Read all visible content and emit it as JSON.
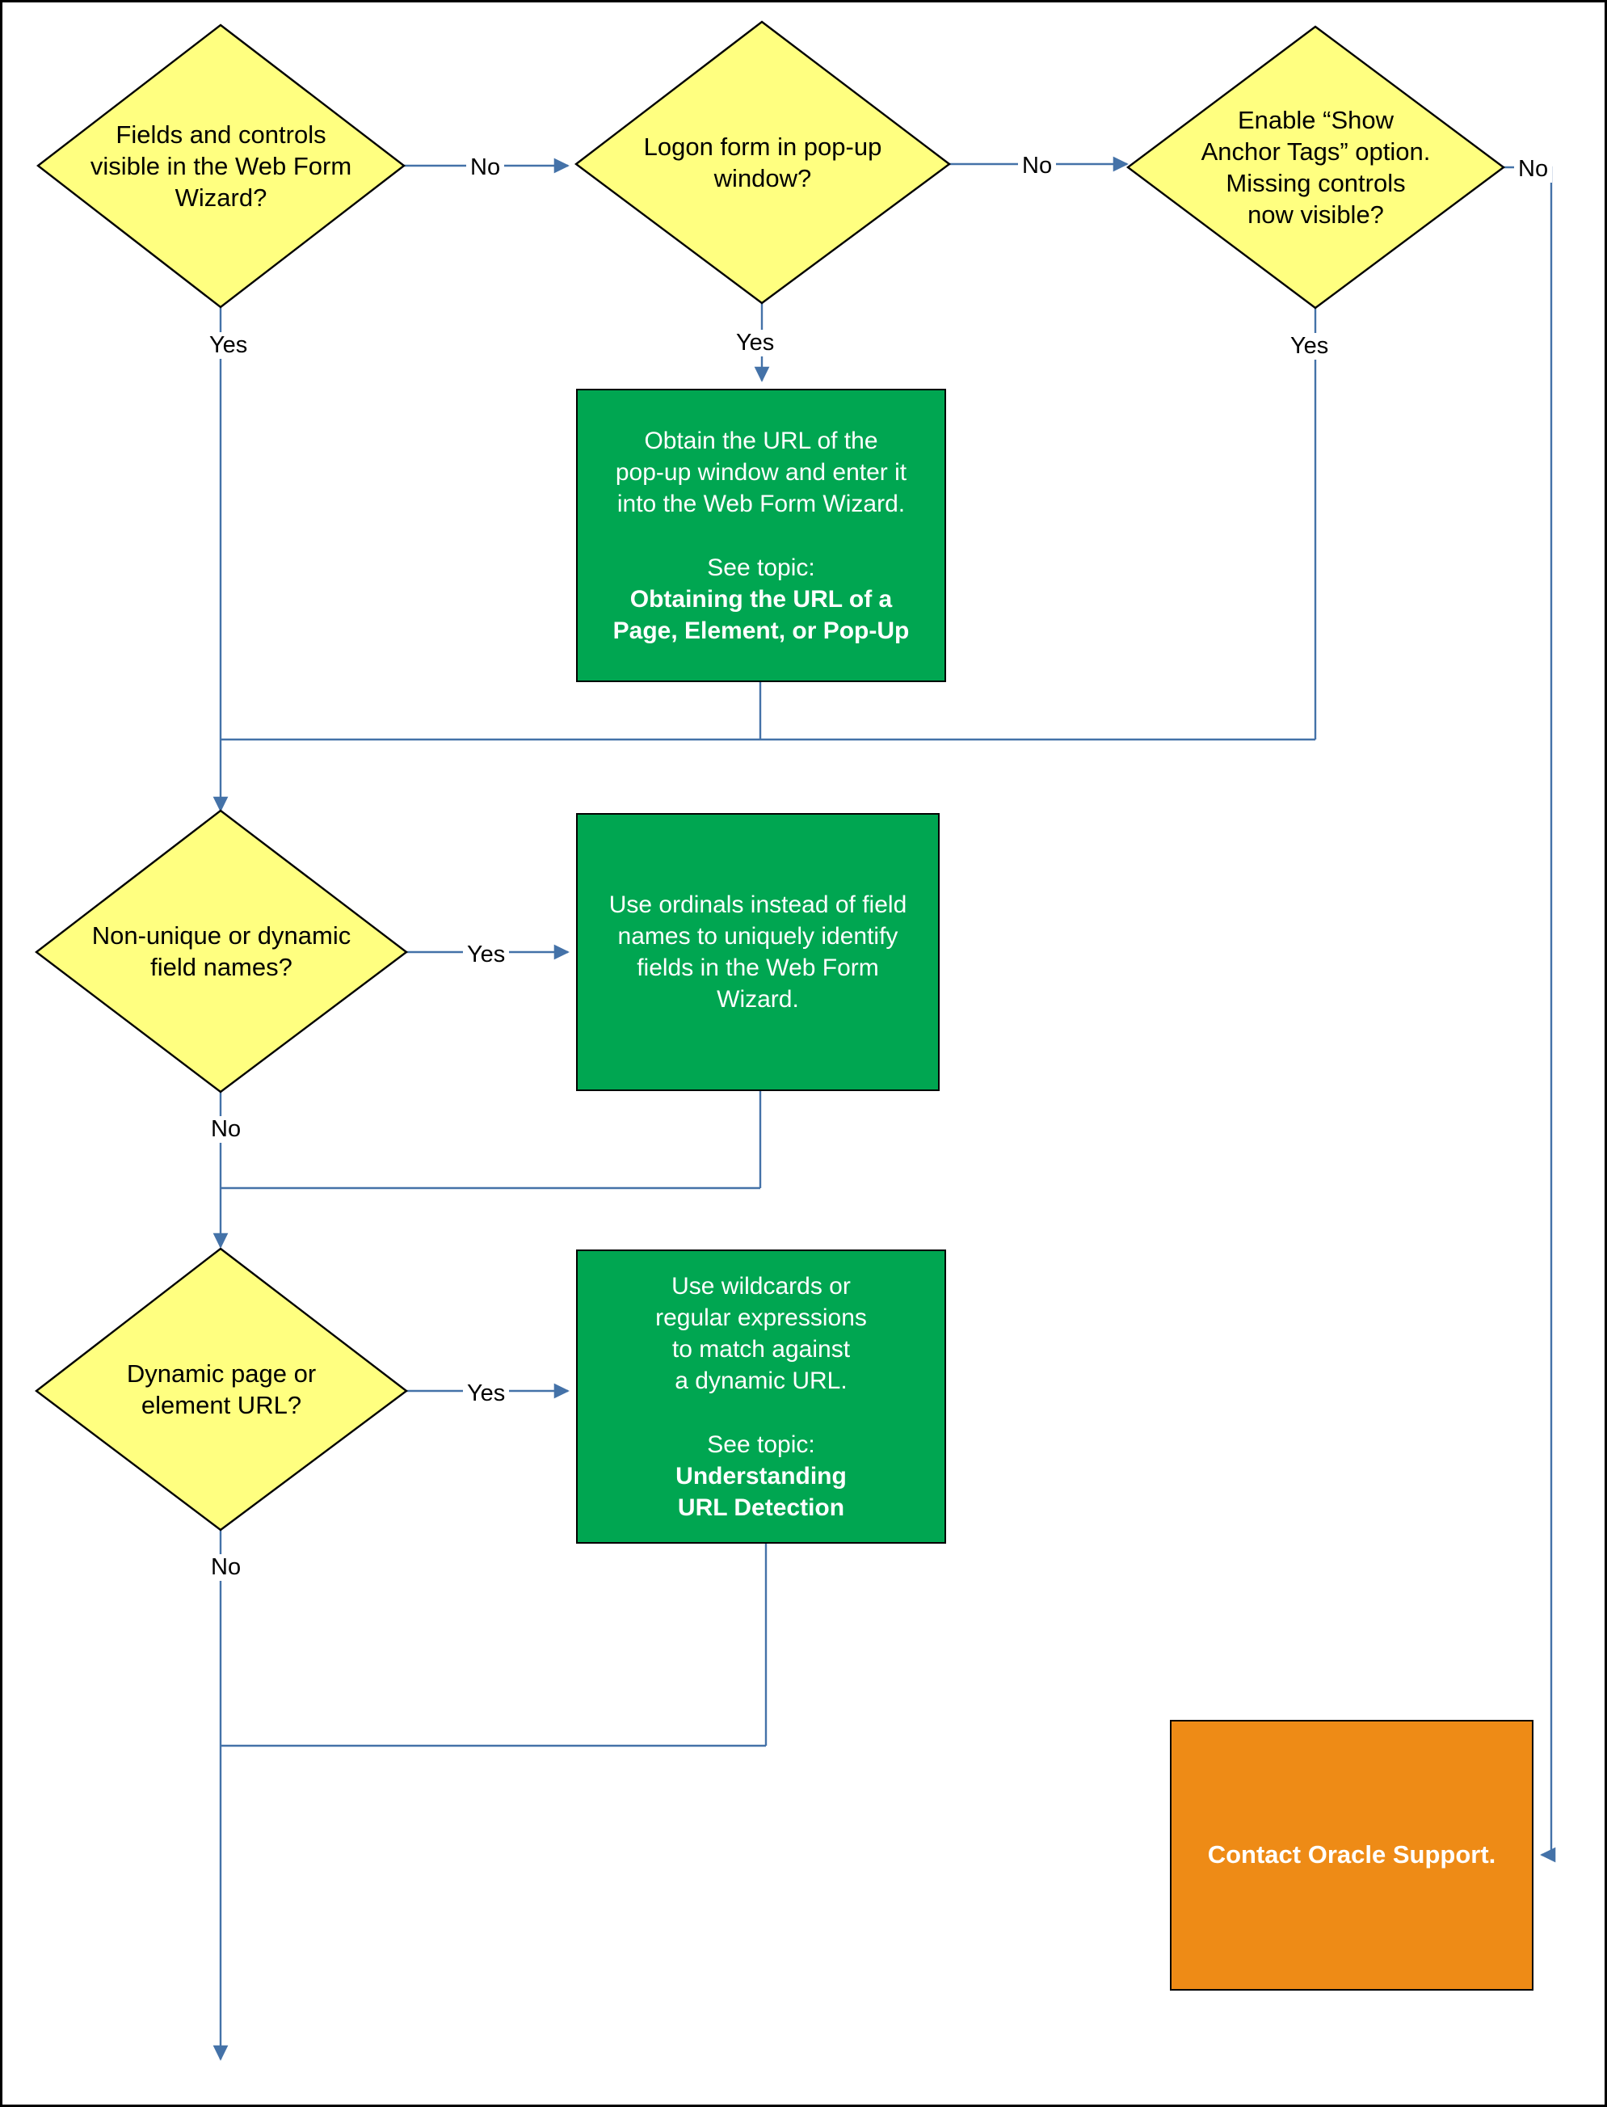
{
  "diagram": {
    "title": "Web Form Wizard troubleshooting flowchart",
    "colors": {
      "decision_fill": "#FFFF80",
      "decision_stroke": "#000000",
      "action_fill": "#00A651",
      "support_fill": "#EE8B16",
      "connector": "#4472A8",
      "text_on_fill": "#FFFFFF",
      "text_on_decision": "#000000",
      "background": "#FFFFFF"
    },
    "nodes": {
      "d1": {
        "type": "decision",
        "text": "Fields and controls\nvisible in the Web Form\nWizard?"
      },
      "d2": {
        "type": "decision",
        "text": "Logon form in pop-up\nwindow?"
      },
      "d3": {
        "type": "decision",
        "text": "Enable “Show\nAnchor Tags” option.\nMissing controls\nnow visible?"
      },
      "d4": {
        "type": "decision",
        "text": "Non-unique or dynamic\nfield names?"
      },
      "d5": {
        "type": "decision",
        "text": "Dynamic page or\nelement URL?"
      },
      "g1": {
        "type": "action",
        "text": "Obtain the URL of the\npop-up window and enter it\ninto the Web Form Wizard.",
        "see_topic_label": "See topic:",
        "see_topic_link": "Obtaining the URL of a\nPage, Element, or Pop-Up"
      },
      "g2": {
        "type": "action",
        "text": "Use ordinals instead of field\nnames to uniquely identify\nfields in the Web Form\nWizard.",
        "see_topic_label": "",
        "see_topic_link": ""
      },
      "g3": {
        "type": "action",
        "text": "Use wildcards or\nregular expressions\nto match against\na dynamic URL.",
        "see_topic_label": "See topic:",
        "see_topic_link": "Understanding\nURL Detection"
      },
      "support": {
        "type": "terminal",
        "text": "Contact Oracle Support."
      }
    },
    "edge_labels": {
      "d1_no": "No",
      "d1_yes": "Yes",
      "d2_no": "No",
      "d2_yes": "Yes",
      "d3_no": "No",
      "d3_yes": "Yes",
      "d4_yes": "Yes",
      "d4_no": "No",
      "d5_yes": "Yes",
      "d5_no": "No"
    }
  }
}
